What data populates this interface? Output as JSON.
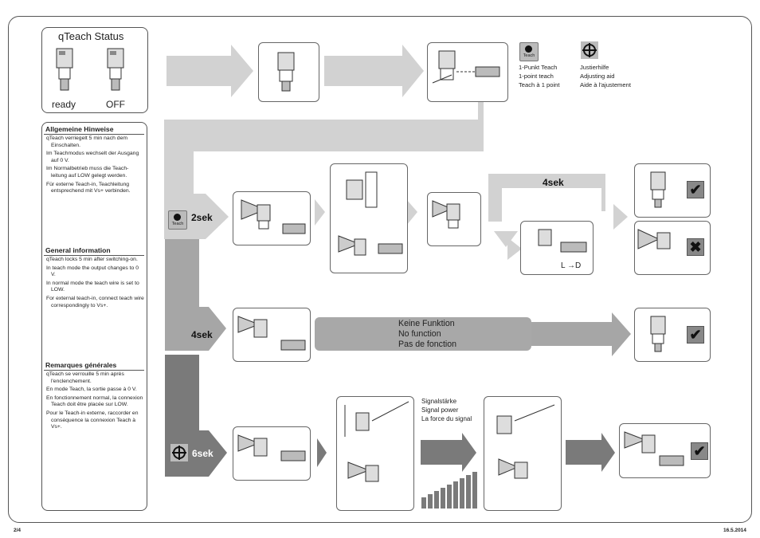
{
  "status": {
    "title": "qTeach Status",
    "ready": "ready",
    "off": "OFF"
  },
  "legend": {
    "teach_icon_label": "Teach",
    "teach": [
      "1-Punkt Teach",
      "1-point teach",
      "Teach à 1 point"
    ],
    "adjust": [
      "Justierhilfe",
      "Adjusting aid",
      "Aide à l'ajustement"
    ]
  },
  "notes": {
    "de": {
      "heading": "Allgemeine Hinweise",
      "items": [
        "qTeach verriegelt 5 min nach dem Einschalten.",
        "Im Teachmodus wechselt der Ausgang auf 0 V.",
        "Im Normalbetrieb muss die Teach-leitung auf LOW gelegt werden.",
        "Für externe Teach-in, Teachleitung entsprechend mit Vs+ verbinden."
      ]
    },
    "en": {
      "heading": "General information",
      "items": [
        "qTeach locks 5 min after switching-on.",
        "In teach mode the output changes to 0 V.",
        "In normal mode the teach wire is set to LOW.",
        "For external teach-in, connect teach wire correspondingly to Vs+."
      ]
    },
    "fr": {
      "heading": "Remarques générales",
      "items": [
        "qTeach se verrouille 5 min après l'enclenchement.",
        "En mode Teach, la sortie passe à 0 V.",
        "En fonctionnement normal, la connexion Teach doit être placée sur LOW.",
        "Pour le Teach-in externe, raccorder en conséquence la connexion Teach à Vs+."
      ]
    }
  },
  "steps": {
    "s2": "2sek",
    "s4": "4sek",
    "s4b": "4sek",
    "s6": "6sek"
  },
  "ld": {
    "l": "L",
    "d": "D"
  },
  "no_function": [
    "Keine Funktion",
    "No function",
    "Pas de fonction"
  ],
  "signal": [
    "Signalstärke",
    "Signal power",
    "La force du signal"
  ],
  "footer": {
    "page": "2/4",
    "date": "16.5.2014"
  },
  "colors": {
    "arrow_light": "#d2d2d2",
    "arrow_mid": "#a6a6a6",
    "arrow_dark": "#7a7a7a"
  }
}
